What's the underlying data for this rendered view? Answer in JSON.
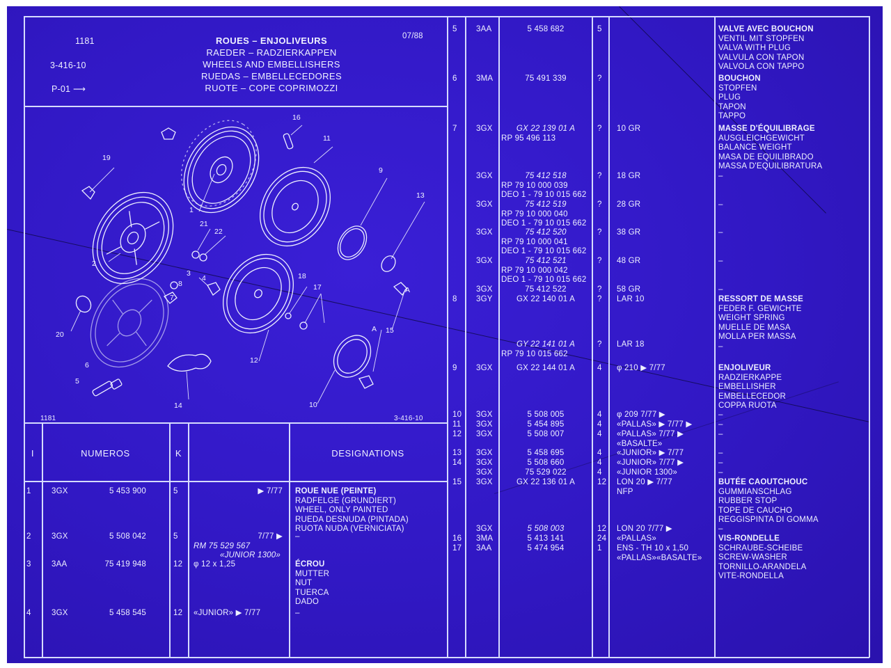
{
  "header": {
    "page_code": "1181",
    "group_code": "3-416-10",
    "plate_ref": "P-01 ⟶",
    "date": "07/88",
    "titles": [
      "ROUES – ENJOLIVEURS",
      "RAEDER – RADZIERKAPPEN",
      "WHEELS AND EMBELLISHERS",
      "RUEDAS – EMBELLECEDORES",
      "RUOTE – COPE COPRIMOZZI"
    ]
  },
  "figure": {
    "footer_left": "1181",
    "footer_right": "3-416-10",
    "callouts": [
      "1",
      "2",
      "3",
      "4",
      "5",
      "6",
      "7",
      "8",
      "9",
      "10",
      "11",
      "12",
      "13",
      "14",
      "15",
      "16",
      "17",
      "18",
      "19",
      "20",
      "21",
      "22",
      "A",
      "A"
    ]
  },
  "table_header": {
    "col_index": "I",
    "col_numeros": "NUMEROS",
    "col_k": "K",
    "col_designations": "DESIGNATIONS"
  },
  "left_rows": [
    {
      "idx": "1",
      "code": "3GX",
      "part": "5 453 900",
      "qty": "5",
      "note": "▶ 7/77",
      "desc": [
        "ROUE NUE (PEINTE)",
        "RADFELGE (GRUNDIERT)",
        "WHEEL, ONLY PAINTED",
        "RUEDA DESNUDA (PINTADA)",
        "RUOTA NUDA (VERNICIATA)"
      ]
    },
    {
      "idx": "2",
      "code": "3GX",
      "part": "5 508 042",
      "qty": "5",
      "note": "7/77 ▶",
      "desc": [
        "–"
      ],
      "sub1": "RM   75 529 567",
      "sub2": "«JUNIOR 1300»"
    },
    {
      "idx": "3",
      "code": "3AA",
      "part": "75 419 948",
      "qty": "12",
      "note": "φ 12 x 1,25",
      "desc": [
        "ÉCROU",
        "MUTTER",
        "NUT",
        "TUERCA",
        "DADO"
      ]
    },
    {
      "idx": "4",
      "code": "3GX",
      "part": "5 458 545",
      "qty": "12",
      "note": "«JUNIOR»     ▶ 7/77",
      "desc": [
        "–"
      ]
    }
  ],
  "right_rows": [
    {
      "idx": "5",
      "code": "3AA",
      "part": "5 458 682",
      "qty": "5",
      "note": "",
      "desc": [
        "VALVE AVEC BOUCHON",
        "VENTIL MIT STOPFEN",
        "VALVA WITH PLUG",
        "VALVULA CON TAPON",
        "VALVOLA CON TAPPO"
      ]
    },
    {
      "idx": "6",
      "code": "3MA",
      "part": "75 491 339",
      "qty": "?",
      "note": "",
      "desc": [
        "BOUCHON",
        "STOPFEN",
        "PLUG",
        "TAPON",
        "TAPPO"
      ]
    },
    {
      "idx": "7",
      "code": "3GX",
      "part": "GX 22 139 01 A",
      "qty": "?",
      "note": "10 GR",
      "desc": [
        "MASSE D'ÉQUILIBRAGE",
        "AUSGLEICHGEWICHT",
        "BALANCE WEIGHT",
        "MASA DE EQUILIBRADO",
        "MASSA D'EQUILIBRATURA",
        "–"
      ],
      "sub": [
        "RP  95 496 113"
      ]
    },
    {
      "idx": "",
      "code": "3GX",
      "part": "75 412 518",
      "qty": "?",
      "note": "18 GR",
      "desc": [],
      "sub": [
        "RP  79  10  000  039",
        "DEO 1 - 79 10 015 662"
      ]
    },
    {
      "idx": "",
      "code": "3GX",
      "part": "75 412 519",
      "qty": "?",
      "note": "28 GR",
      "desc": [
        "–"
      ],
      "sub": [
        "RP  79  10  000  040",
        "DEO 1 - 79 10 015 662"
      ]
    },
    {
      "idx": "",
      "code": "3GX",
      "part": "75 412 520",
      "qty": "?",
      "note": "38 GR",
      "desc": [
        "–"
      ],
      "sub": [
        "RP  79  10  000  041",
        "DEO 1 - 79 10 015 662"
      ]
    },
    {
      "idx": "",
      "code": "3GX",
      "part": "75 412 521",
      "qty": "?",
      "note": "48 GR",
      "desc": [
        "–"
      ],
      "sub": [
        "RP  79  10  000  042",
        "DEO 1 - 79 10 015 662"
      ]
    },
    {
      "idx": "",
      "code": "3GX",
      "part": "75 412 522",
      "qty": "?",
      "note": "58 GR",
      "desc": [
        "–"
      ]
    },
    {
      "idx": "8",
      "code": "3GY",
      "part": "GX 22 140 01 A",
      "qty": "?",
      "note": "LAR 10",
      "desc": [
        "RESSORT DE MASSE",
        "FEDER F. GEWICHTE",
        "WEIGHT SPRING",
        "MUELLE DE MASA",
        "MOLLA PER MASSA",
        "–"
      ]
    },
    {
      "idx": "",
      "code": "",
      "part": "GY 22 141 01 A",
      "qty": "?",
      "note": "LAR 18",
      "desc": [],
      "sub": [
        "RP  79  10  015  662"
      ]
    },
    {
      "idx": "9",
      "code": "3GX",
      "part": "GX 22 144 01 A",
      "qty": "4",
      "note": "φ 210          ▶ 7/77",
      "desc": [
        "ENJOLIVEUR",
        "RADZIERKAPPE",
        "EMBELLISHER",
        "EMBELLECEDOR",
        "COPPA RUOTA"
      ]
    },
    {
      "idx": "10",
      "code": "3GX",
      "part": "5 508 005",
      "qty": "4",
      "note": "φ 209          7/77 ▶",
      "desc": [
        "–"
      ]
    },
    {
      "idx": "11",
      "code": "3GX",
      "part": "5 454 895",
      "qty": "4",
      "note": "«PALLAS»     ▶ 7/77 ▶",
      "desc": [
        "–"
      ]
    },
    {
      "idx": "12",
      "code": "3GX",
      "part": "5 508 007",
      "qty": "4",
      "note": "«PALLAS»       7/77 ▶",
      "desc": [
        "–"
      ],
      "sub": [
        "«BASALTE»"
      ]
    },
    {
      "idx": "13",
      "code": "3GX",
      "part": "5 458 695",
      "qty": "4",
      "note": "«JUNIOR»     ▶ 7/77",
      "desc": [
        "–"
      ]
    },
    {
      "idx": "14",
      "code": "3GX",
      "part": "5 508 660",
      "qty": "4",
      "note": "«JUNIOR»       7/77 ▶",
      "desc": [
        "–"
      ]
    },
    {
      "idx": "",
      "code": "3GX",
      "part": "75 529 022",
      "qty": "4",
      "note": "«JUNIOR 1300»",
      "desc": [
        "–"
      ]
    },
    {
      "idx": "15",
      "code": "3GX",
      "part": "GX 22 136 01 A",
      "qty": "12",
      "note": "LON 20          ▶ 7/77",
      "desc": [
        "BUTÉE CAOUTCHOUC",
        "GUMMIANSCHLAG",
        "RUBBER STOP",
        "TOPE DE CAUCHO",
        "REGGISPINTA DI GOMMA"
      ],
      "sub": [
        "NFP"
      ]
    },
    {
      "idx": "",
      "code": "3GX",
      "part": "5 508 003",
      "qty": "12",
      "note": "LON 20          7/77 ▶",
      "desc": [
        "–"
      ]
    },
    {
      "idx": "16",
      "code": "3MA",
      "part": "5 413 141",
      "qty": "24",
      "note": "«PALLAS»",
      "desc": [
        "VIS-RONDELLE",
        "SCHRAUBE-SCHEIBE",
        "SCREW-WASHER",
        "TORNILLO-ARANDELA",
        "VITE-RONDELLA"
      ]
    },
    {
      "idx": "17",
      "code": "3AA",
      "part": "5 474 954",
      "qty": "1",
      "note": "ENS - TH 10 x 1,50",
      "desc": [],
      "sub": [
        "«PALLAS»«BASALTE»"
      ]
    }
  ]
}
